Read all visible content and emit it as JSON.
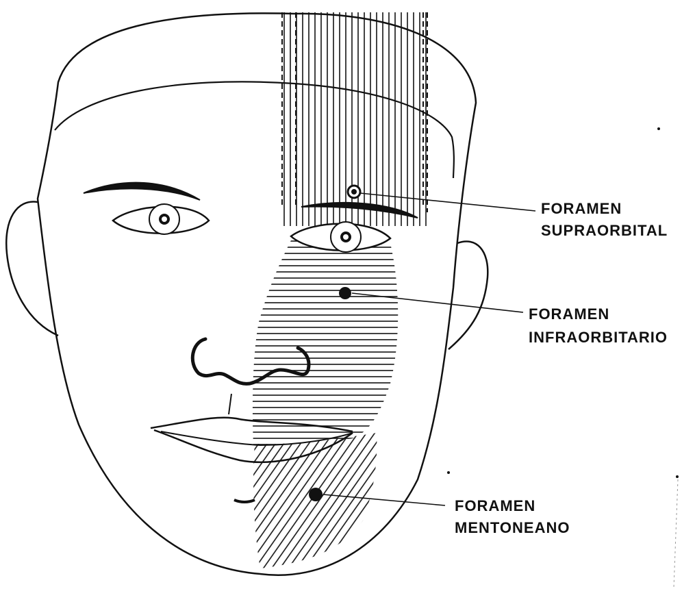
{
  "labels": {
    "supraorbital": {
      "line1": "FORAMEN",
      "line2": "SUPRAORBITAL"
    },
    "infraorbitario": {
      "line1": "FORAMEN",
      "line2": "INFRAORBITARIO"
    },
    "mentoneano": {
      "line1": "FORAMEN",
      "line2": "MENTONEANO"
    }
  },
  "colors": {
    "ink": "#111111",
    "background": "#ffffff"
  }
}
